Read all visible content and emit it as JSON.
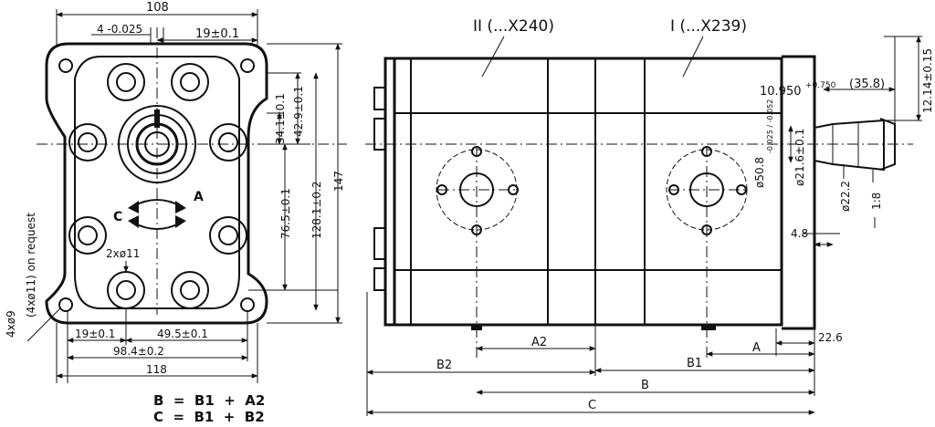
{
  "front_view": {
    "dims": {
      "top_width": "108",
      "offset_tol": "4 -0.025",
      "offset_19": "19±0.1",
      "h34": "34.1±0.1",
      "h42": "42.9±0.1",
      "h76": "76.5±0.1",
      "h128": "128.1±0.2",
      "h147": "147",
      "holes_2": "2xø11",
      "holes_4": "4xø9",
      "holes_4_req": "(4xø11) on request",
      "b19": "19±0.1",
      "b49": "49.5±0.1",
      "b98": "98.4±0.2",
      "b118": "118"
    },
    "rotation": {
      "c": "C",
      "a": "A"
    }
  },
  "side_view": {
    "pumps": {
      "second": "II (...X240)",
      "first": "I (...X239)"
    },
    "dims": {
      "d10950": "10.950",
      "d10950_tol": "+0.750",
      "d358": "(35.8)",
      "d1214": "12.14±0.15",
      "d508": "ø50.8",
      "d508_tol": "-0.025 / -0.052",
      "d216": "ø21.6±0.1",
      "d222": "ø22.2",
      "taper": "1:8",
      "d48": "4.8",
      "d226": "22.6"
    },
    "lengths": {
      "a2": "A2",
      "a": "A",
      "b2": "B2",
      "b1": "B1",
      "b": "B",
      "c": "C"
    }
  },
  "formulas": {
    "b": "B  =  B1  +  A2",
    "c": "C  =  B1  +  B2"
  }
}
